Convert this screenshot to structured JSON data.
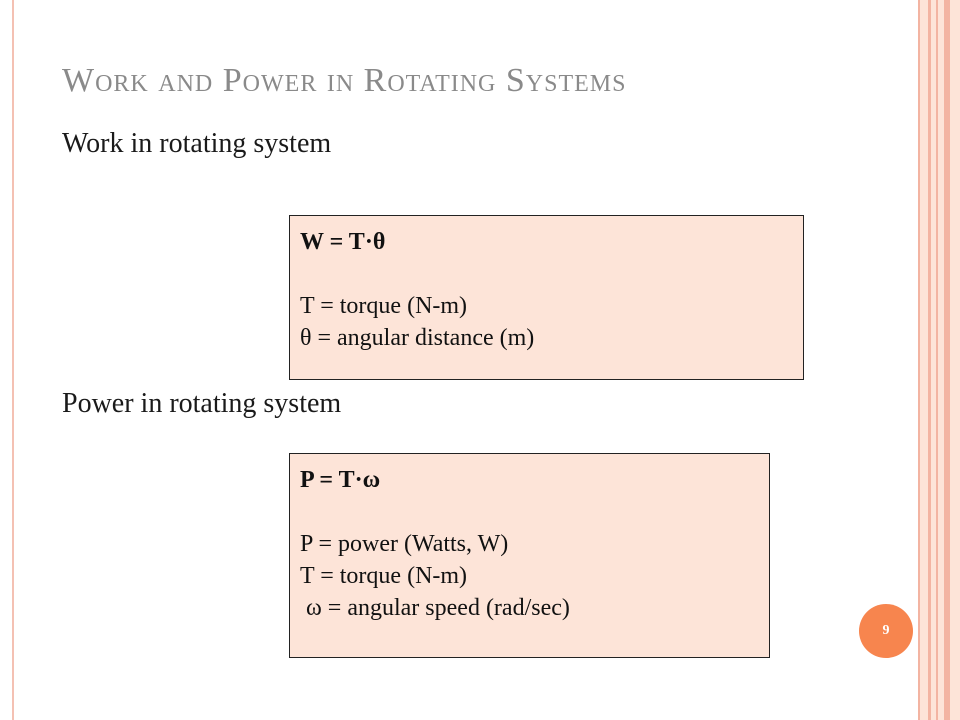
{
  "slide": {
    "title": "Work and Power in Rotating Systems",
    "page_number": "9"
  },
  "work": {
    "label": "Work in rotating system",
    "formula": "W = T·θ",
    "definitions": [
      "T = torque (N-m)",
      "θ = angular distance (m)"
    ]
  },
  "power": {
    "label": "Power in rotating system",
    "formula": "P = T·ω",
    "definitions": [
      "P = power (Watts, W)",
      "T = torque (N-m)",
      " ω = angular speed (rad/sec)"
    ]
  },
  "colors": {
    "box_fill": "#fde4d8",
    "badge": "#f7854e",
    "stripe": "#f3b4a2",
    "title_text": "#8a8a8a"
  }
}
